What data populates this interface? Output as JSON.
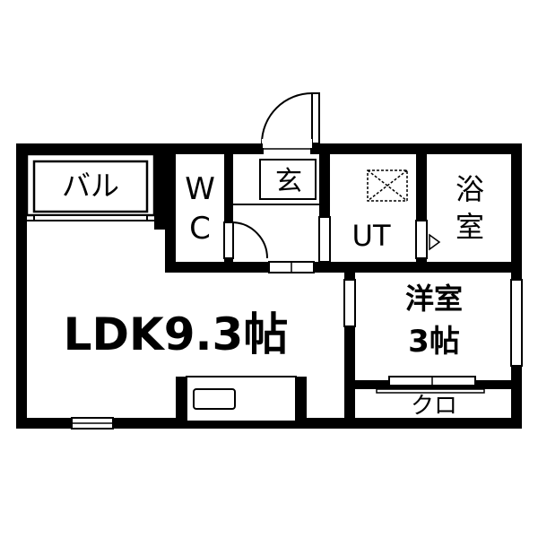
{
  "rooms": {
    "balcony": "バル",
    "toilet_w": "W",
    "toilet_c": "C",
    "entrance": "玄",
    "utility": "UT",
    "bath_1": "浴",
    "bath_2": "室",
    "ldk": "LDK9.3帖",
    "western_1": "洋室",
    "western_2": "3帖",
    "closet": "クロ"
  },
  "colors": {
    "wall": "#000000",
    "background": "#ffffff"
  }
}
